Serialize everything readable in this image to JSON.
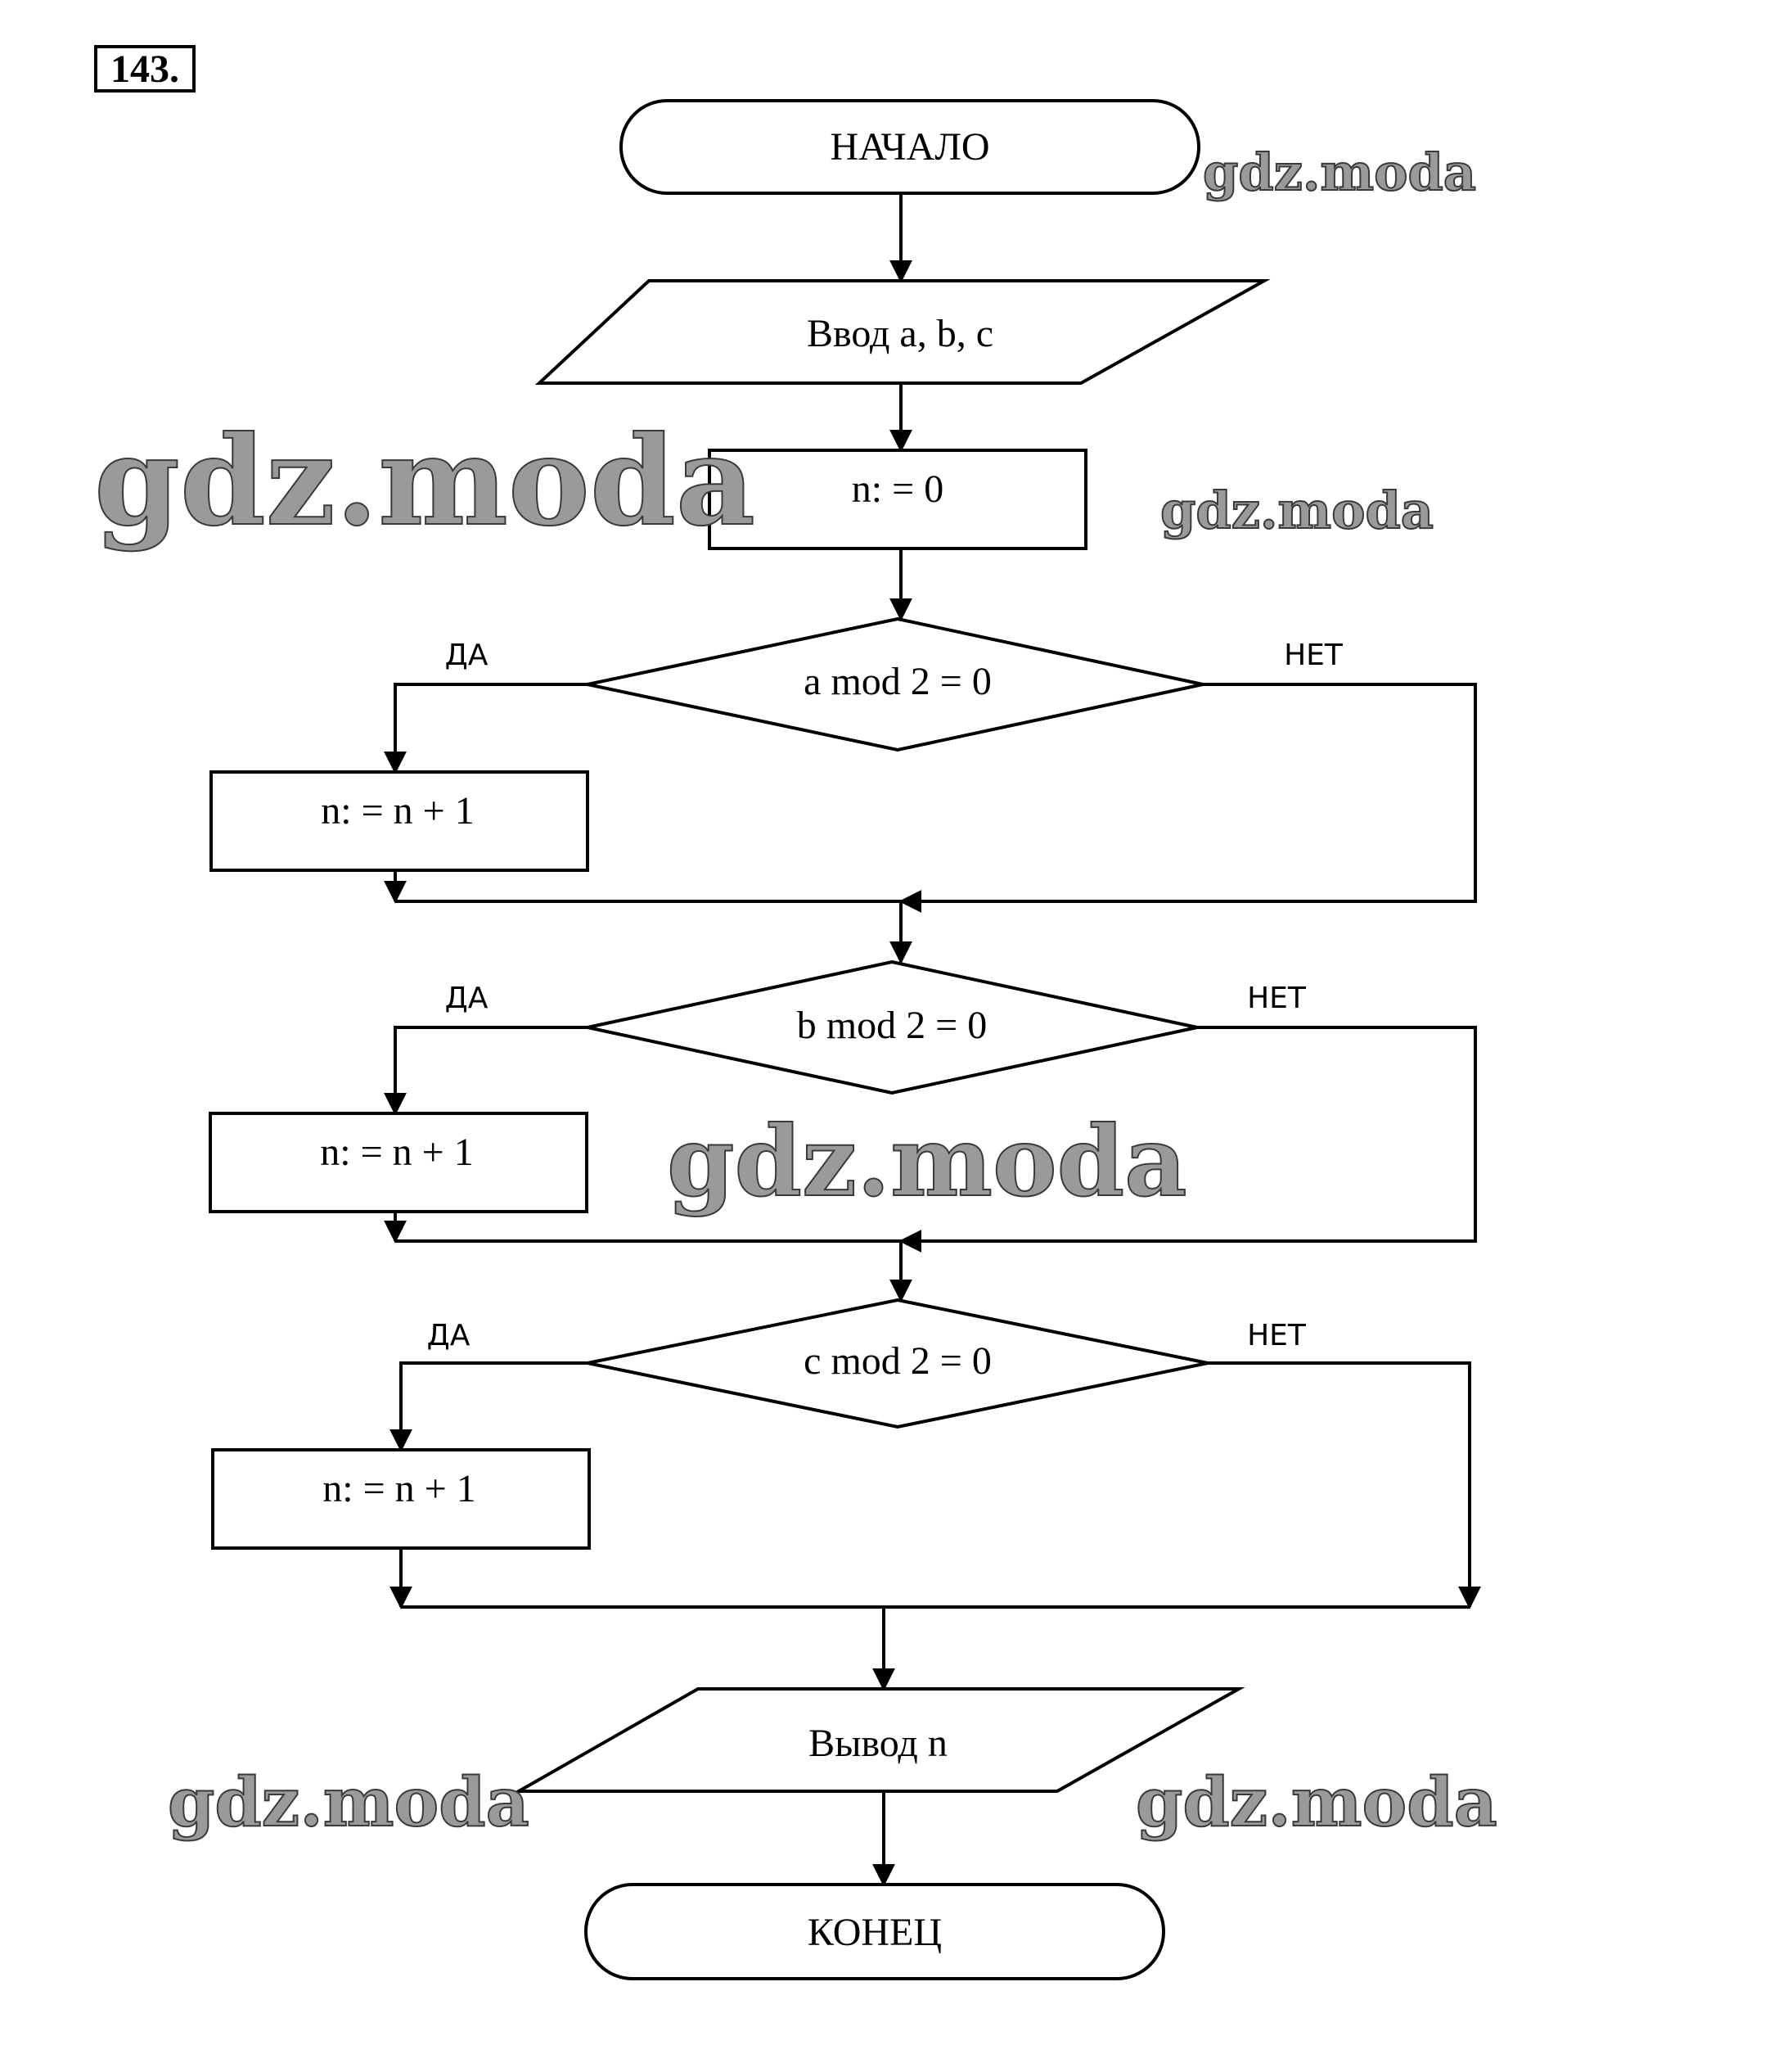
{
  "problem_number": "143.",
  "flowchart": {
    "start": "НАЧАЛО",
    "input": "Ввод a, b, c",
    "init": "n: = 0",
    "conditions": [
      {
        "text": "a mod 2 = 0",
        "yes_label": "ДА",
        "no_label": "НЕТ",
        "yes_action": "n: = n + 1"
      },
      {
        "text": "b mod 2 = 0",
        "yes_label": "ДА",
        "no_label": "НЕТ",
        "yes_action": "n: = n + 1"
      },
      {
        "text": "c mod 2 = 0",
        "yes_label": "ДА",
        "no_label": "НЕТ",
        "yes_action": "n: = n + 1"
      }
    ],
    "output": "Вывод n",
    "end": "КОНЕЦ"
  },
  "watermark": "gdz.moda"
}
